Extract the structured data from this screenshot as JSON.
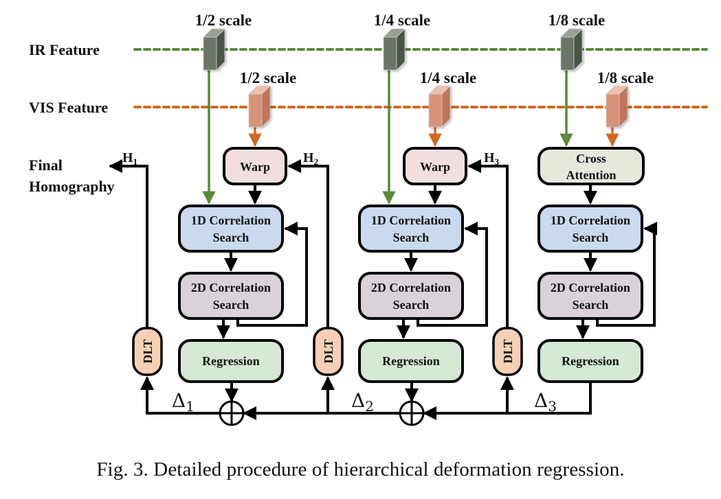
{
  "features": {
    "ir_label": "IR Feature",
    "vis_label": "VIS Feature",
    "ir_color": "#5a8a3a",
    "vis_color": "#d2691e"
  },
  "scales": {
    "ir": [
      "1/2 scale",
      "1/4 scale",
      "1/8 scale"
    ],
    "vis": [
      "1/2 scale",
      "1/4 scale",
      "1/8 scale"
    ]
  },
  "output": {
    "line1": "Final",
    "line2": "Homography"
  },
  "columns": [
    {
      "top_block": "Warp",
      "corr1d": [
        "1D Correlation",
        "Search"
      ],
      "corr2d": [
        "2D Correlation",
        "Search"
      ],
      "regression": "Regression"
    },
    {
      "top_block": "Warp",
      "corr1d": [
        "1D Correlation",
        "Search"
      ],
      "corr2d": [
        "2D Correlation",
        "Search"
      ],
      "regression": "Regression"
    },
    {
      "top_block_lines": [
        "Cross",
        "Attention"
      ],
      "corr1d": [
        "1D Correlation",
        "Search"
      ],
      "corr2d": [
        "2D Correlation",
        "Search"
      ],
      "regression": "Regression"
    }
  ],
  "dlt": [
    "DLT",
    "DLT",
    "DLT"
  ],
  "homographies": [
    {
      "base": "H",
      "sub": "1"
    },
    {
      "base": "H",
      "sub": "2"
    },
    {
      "base": "H",
      "sub": "3"
    }
  ],
  "deltas": [
    {
      "base": "Δ",
      "sub": "1"
    },
    {
      "base": "Δ",
      "sub": "2"
    },
    {
      "base": "Δ",
      "sub": "3"
    }
  ],
  "colors": {
    "warp": "#f2dede",
    "cross_attention": "#e6e8dc",
    "corr1d": "#c9d9ee",
    "corr2d": "#d9d2d9",
    "regression": "#d5e9d5",
    "dlt": "#f6cfb4",
    "ir_cube_front": "#6b7465",
    "ir_cube_side": "#4c5446",
    "ir_cube_top": "#9aa093",
    "vis_cube_front": "#d6937a",
    "vis_cube_side": "#c0745a",
    "vis_cube_top": "#ecc0ae"
  },
  "caption": "Fig. 3.  Detailed procedure of hierarchical deformation regression."
}
